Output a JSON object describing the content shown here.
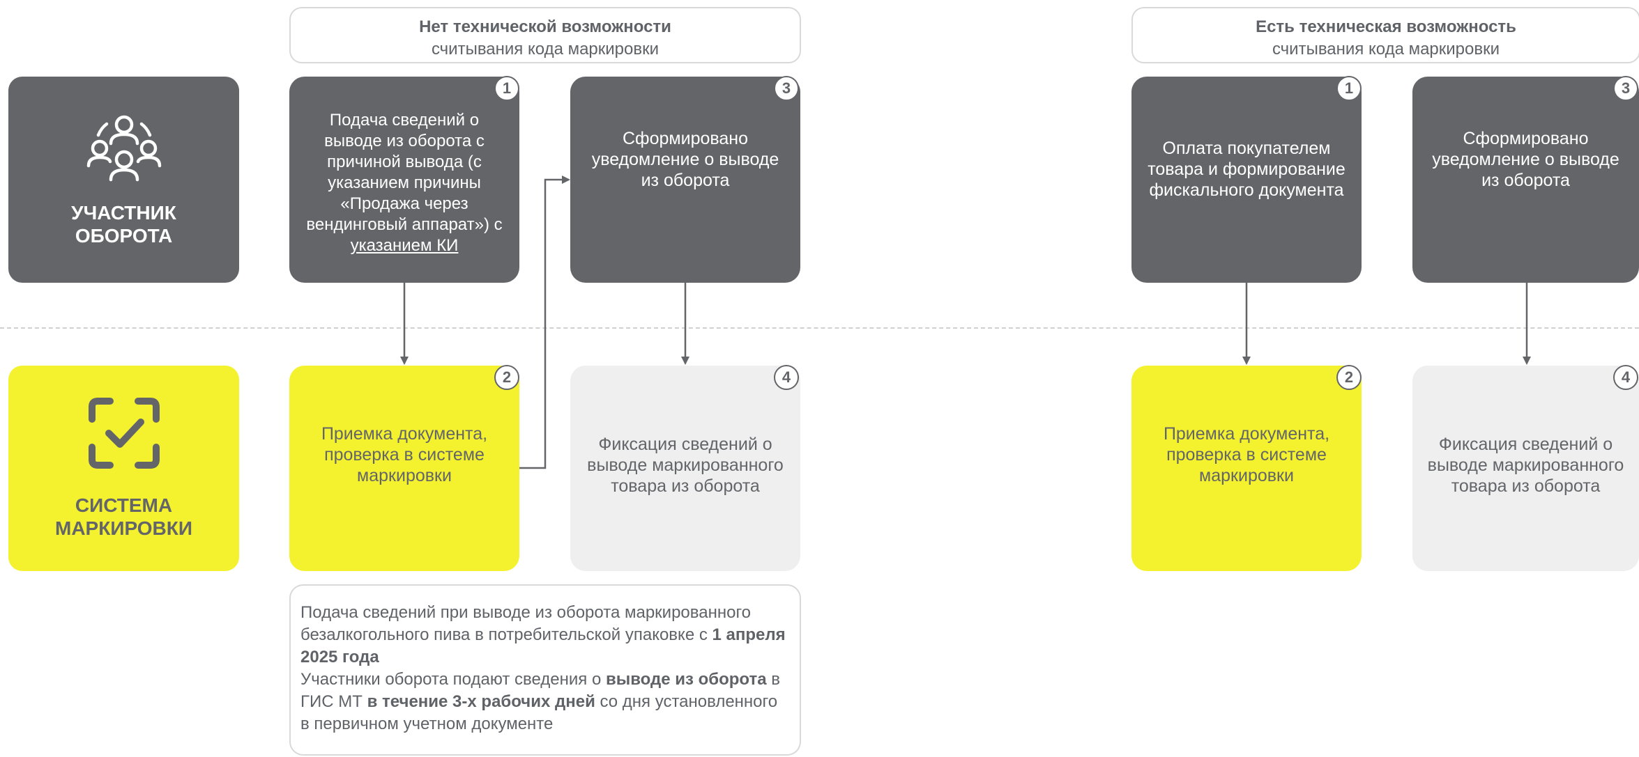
{
  "left_header": {
    "bold": "Нет технической возможности",
    "sub": "считывания кода маркировки"
  },
  "right_header": {
    "bold": "Есть техническая возможность",
    "sub": "считывания кода маркировки"
  },
  "roles": {
    "participant": {
      "icon": "people-group-icon",
      "line1": "УЧАСТНИК",
      "line2": "ОБОРОТА"
    },
    "system": {
      "icon": "scan-check-icon",
      "line1": "СИСТЕМА",
      "line2": "МАРКИРОВКИ"
    }
  },
  "left_flow": {
    "step1": {
      "num": "1",
      "text": "Подача сведений о выводе из оборота с причиной вывода (с указанием причины «Продажа через вендинговый аппарат») с",
      "link": "указанием КИ"
    },
    "step2": {
      "num": "2",
      "text": "Приемка документа, проверка в системе маркировки"
    },
    "step3": {
      "num": "3",
      "text": "Сформировано уведомление о выводе из оборота"
    },
    "step4": {
      "num": "4",
      "text": "Фиксация сведений о выводе маркированного товара из оборота"
    }
  },
  "right_flow": {
    "step1": {
      "num": "1",
      "text": "Оплата покупателем товара и формирование фискального документа"
    },
    "step2": {
      "num": "2",
      "text": "Приемка документа, проверка в системе маркировки"
    },
    "step3": {
      "num": "3",
      "text": "Сформировано уведомление о выводе из оборота"
    },
    "step4": {
      "num": "4",
      "text": "Фиксация сведений о выводе маркированного товара из оборота"
    }
  },
  "note": {
    "p1": "Подача сведений при выводе из оборота маркированного безалкогольного пива в потребительской упаковке с ",
    "p1_bold": "1 апреля 2025 года",
    "p2": "Участники оборота подают сведения о ",
    "p2_bold": "выводе из оборота",
    "p3": " в ГИС МТ ",
    "p3_bold": "в течение 3-х рабочих дней",
    "p4": " со дня установленного в первичном учетном документе"
  },
  "colors": {
    "dark": "#636569",
    "yellow": "#f4f22e",
    "light": "#efefef",
    "border": "#d9d9d9"
  }
}
